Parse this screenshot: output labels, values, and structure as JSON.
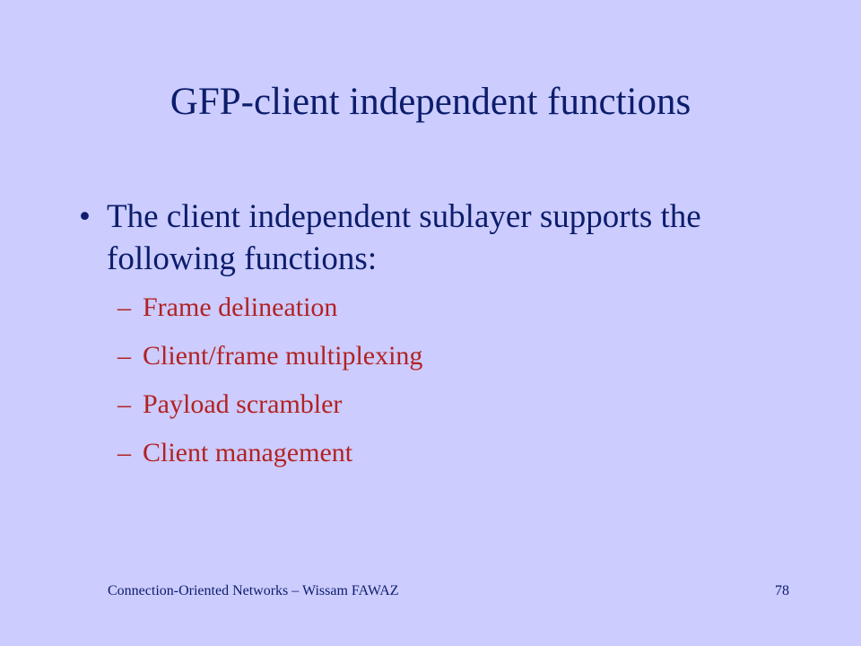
{
  "slide": {
    "title": "GFP-client independent functions",
    "bullet": {
      "marker": "•",
      "text": "The client independent sublayer supports the following functions:"
    },
    "sub_marker": "–",
    "sub_items": [
      "Frame delineation",
      "Client/frame multiplexing",
      "Payload scrambler",
      "Client management"
    ],
    "colors": {
      "background": "#ccccff",
      "text": "#0c1d6b",
      "accent": "#b22222"
    }
  },
  "footer": {
    "left_text": "Connection-Oriented Networks – Wissam FAWAZ",
    "page_number": "78"
  }
}
